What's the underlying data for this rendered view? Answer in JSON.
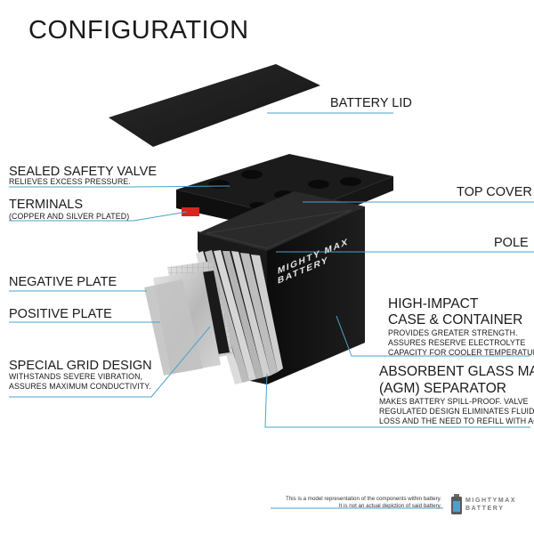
{
  "title": "CONFIGURATION",
  "labels": {
    "battery_lid": "BATTERY LID",
    "sealed_safety_valve": "SEALED SAFETY VALVE",
    "sealed_safety_valve_desc": "RELIEVES EXCESS PRESSURE.",
    "terminals": "TERMINALS",
    "terminals_desc": "(COPPER AND SILVER PLATED)",
    "top_cover": "TOP COVER",
    "pole": "POLE",
    "negative_plate": "NEGATIVE PLATE",
    "positive_plate": "POSITIVE PLATE",
    "special_grid_design": "SPECIAL GRID DESIGN",
    "special_grid_desc_1": "WITHSTANDS SEVERE VIBRATION,",
    "special_grid_desc_2": "ASSURES MAXIMUM CONDUCTIVITY.",
    "high_impact_1": "HIGH-IMPACT",
    "high_impact_2": "CASE & CONTAINER",
    "high_impact_desc_1": "PROVIDES GREATER STRENGTH.",
    "high_impact_desc_2": "ASSURES RESERVE ELECTROLYTE",
    "high_impact_desc_3": "CAPACITY FOR COOLER TEMPERATURES.",
    "agm_1": "ABSORBENT GLASS MAT",
    "agm_2": "(AGM) SEPARATOR",
    "agm_desc_1": "MAKES BATTERY SPILL-PROOF. VALVE",
    "agm_desc_2": "REGULATED DESIGN ELIMINATES FLUID",
    "agm_desc_3": "LOSS AND THE NEED TO REFILL WITH ACID."
  },
  "product": {
    "brand_line_1": "MIGHTY MAX",
    "brand_line_2": "BATTERY"
  },
  "footer": {
    "note_1": "This is a model representation of the components within battery.",
    "note_2": "It is not an actual depiction of said battery.",
    "logo_line_1": "MIGHTYMAX",
    "logo_line_2": "BATTERY"
  },
  "colors": {
    "leader_line": "#4aa3c8",
    "battery_body": "#111111",
    "lid": "#1c1c1c",
    "plate": "#c9c9c9",
    "terminal_red": "#d8261f"
  }
}
